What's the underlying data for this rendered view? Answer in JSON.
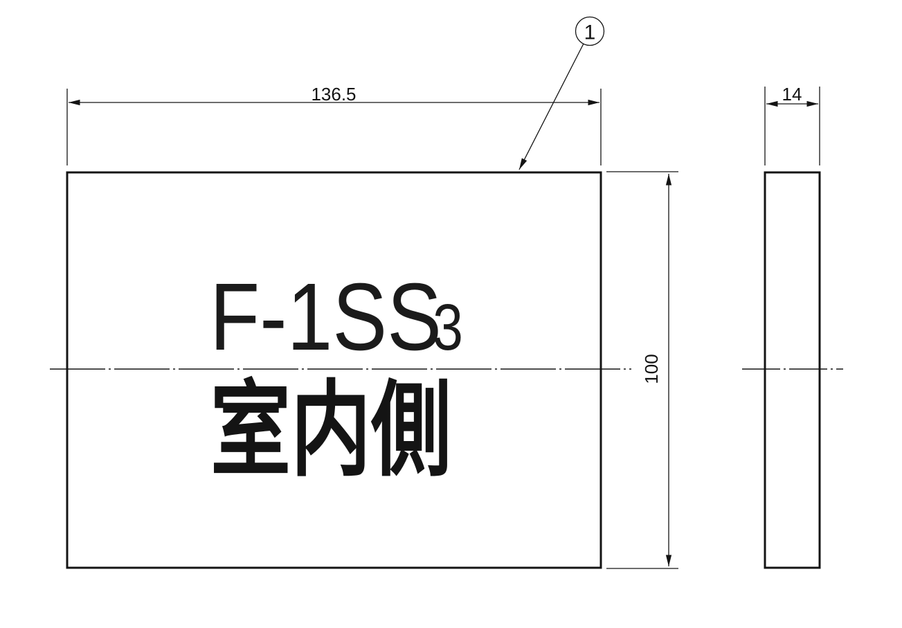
{
  "drawing": {
    "balloon": {
      "label": "1"
    },
    "views": {
      "front": {
        "model_code": "F-1SS",
        "model_code_subscript": "3",
        "face_label": "室内側"
      }
    },
    "dimensions": {
      "width": "136.5",
      "height": "100",
      "thickness": "14"
    },
    "colors": {
      "line": "#141414",
      "background": "#ffffff"
    }
  }
}
